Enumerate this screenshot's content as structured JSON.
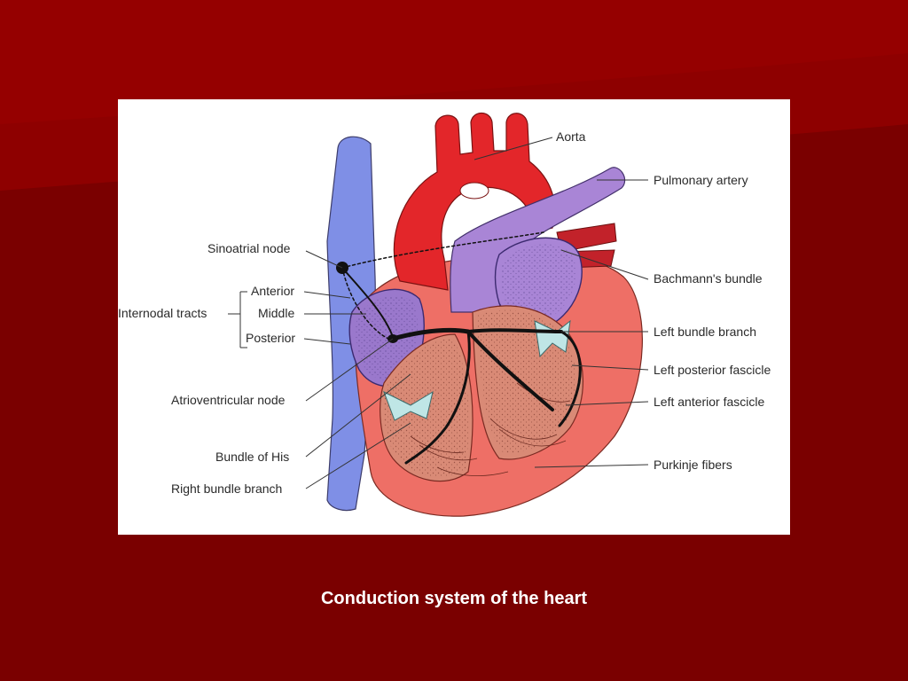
{
  "slide": {
    "caption": "Conduction system of the heart",
    "colors": {
      "background": "#7a0000",
      "background_highlight": "#950000",
      "caption_text": "#ffffff"
    }
  },
  "diagram": {
    "labels": {
      "aorta": "Aorta",
      "pulmonary_artery": "Pulmonary artery",
      "sinoatrial_node": "Sinoatrial node",
      "bachmanns_bundle": "Bachmann's bundle",
      "anterior": "Anterior",
      "internodal_tracts": "Internodal tracts",
      "middle": "Middle",
      "posterior": "Posterior",
      "left_bundle_branch": "Left bundle branch",
      "left_posterior_fascicle": "Left posterior fascicle",
      "atrioventricular_node": "Atrioventricular node",
      "left_anterior_fascicle": "Left anterior fascicle",
      "bundle_of_his": "Bundle of His",
      "purkinje_fibers": "Purkinje fibers",
      "right_bundle_branch": "Right bundle branch"
    },
    "colors": {
      "aorta": "#e3262a",
      "vena_cava": "#7f8fe6",
      "pulmonary": "#a985d6",
      "atrium": "#9a78cc",
      "myocardium": "#ee6f66",
      "chamber": "#d98a76",
      "valve": "#bfe6e6",
      "conduction": "#111111"
    }
  }
}
